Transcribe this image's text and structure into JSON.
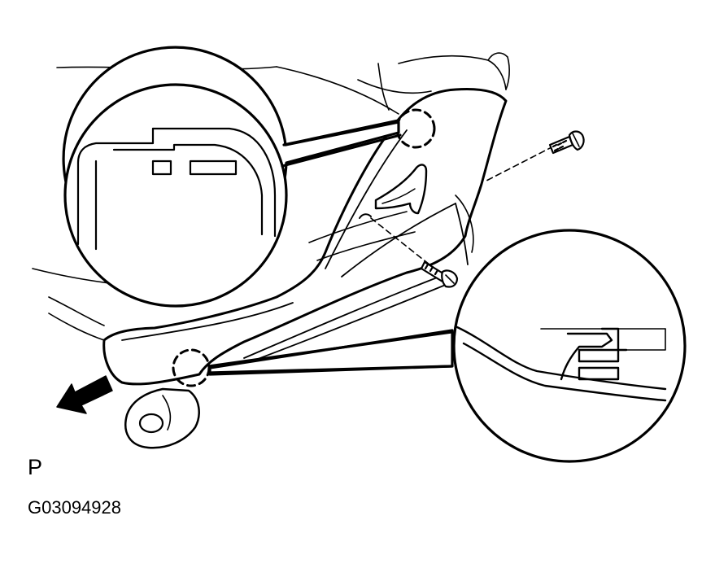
{
  "labels": {
    "view_letter": "P",
    "figure_code": "G03094928"
  },
  "colors": {
    "ink": "#000000",
    "paper": "#ffffff"
  },
  "icons": {
    "direction_arrow": "forward-arrow-icon",
    "screw": "screw-icon",
    "clip_marker": "dashed-circle-marker"
  }
}
